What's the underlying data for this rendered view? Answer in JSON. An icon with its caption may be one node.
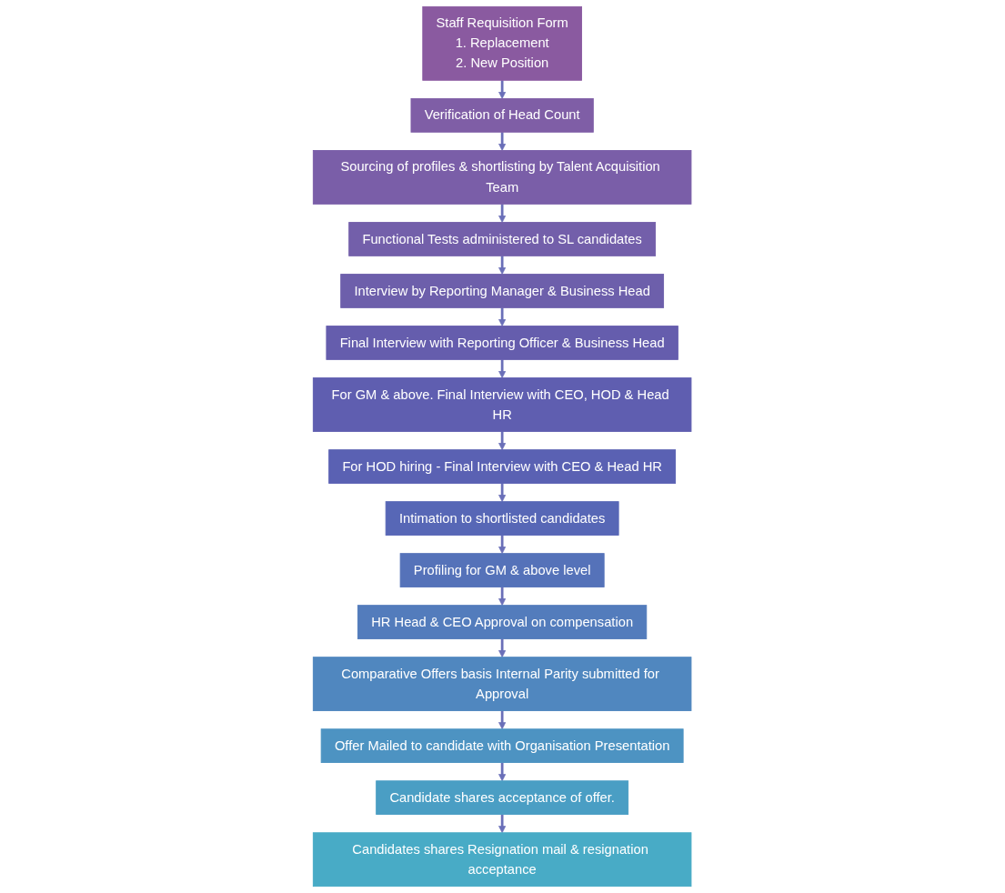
{
  "diagram": {
    "nodes": [
      {
        "text": [
          "Staff Requisition Form",
          "1. Replacement",
          "2. New Position"
        ]
      },
      {
        "text": [
          "Verification of Head Count"
        ]
      },
      {
        "text": [
          "Sourcing of profiles & shortlisting by Talent Acquisition Team"
        ]
      },
      {
        "text": [
          "Functional Tests administered to SL candidates"
        ]
      },
      {
        "text": [
          "Interview by Reporting Manager & Business Head"
        ]
      },
      {
        "text": [
          "Final Interview with Reporting Officer & Business Head"
        ]
      },
      {
        "text": [
          "For GM & above. Final Interview with CEO, HOD & Head HR"
        ]
      },
      {
        "text": [
          "For HOD hiring - Final Interview with CEO & Head HR"
        ]
      },
      {
        "text": [
          "Intimation to shortlisted candidates"
        ]
      },
      {
        "text": [
          "Profiling for GM & above level"
        ]
      },
      {
        "text": [
          "HR Head & CEO Approval on compensation"
        ]
      },
      {
        "text": [
          "Comparative Offers basis Internal Parity submitted for Approval"
        ]
      },
      {
        "text": [
          "Offer Mailed to candidate with Organisation Presentation"
        ]
      },
      {
        "text": [
          "Candidate shares acceptance of offer."
        ]
      },
      {
        "text": [
          "Candidates shares Resignation mail & resignation acceptance"
        ]
      }
    ],
    "edges": [
      {
        "from": 0,
        "to": 1,
        "arrow": "to"
      },
      {
        "from": 1,
        "to": 2,
        "arrow": "to"
      },
      {
        "from": 2,
        "to": 3,
        "arrow": "to"
      },
      {
        "from": 3,
        "to": 4,
        "arrow": "to"
      },
      {
        "from": 4,
        "to": 5,
        "arrow": "to"
      },
      {
        "from": 5,
        "to": 6,
        "arrow": "to"
      },
      {
        "from": 6,
        "to": 7,
        "arrow": "to"
      },
      {
        "from": 7,
        "to": 8,
        "arrow": "to"
      },
      {
        "from": 8,
        "to": 9,
        "arrow": "to"
      },
      {
        "from": 9,
        "to": 10,
        "arrow": "to"
      },
      {
        "from": 10,
        "to": 11,
        "arrow": "to"
      },
      {
        "from": 11,
        "to": 12,
        "arrow": "to"
      },
      {
        "from": 12,
        "to": 13,
        "arrow": "to"
      },
      {
        "from": 13,
        "to": 14,
        "arrow": "to"
      }
    ]
  }
}
